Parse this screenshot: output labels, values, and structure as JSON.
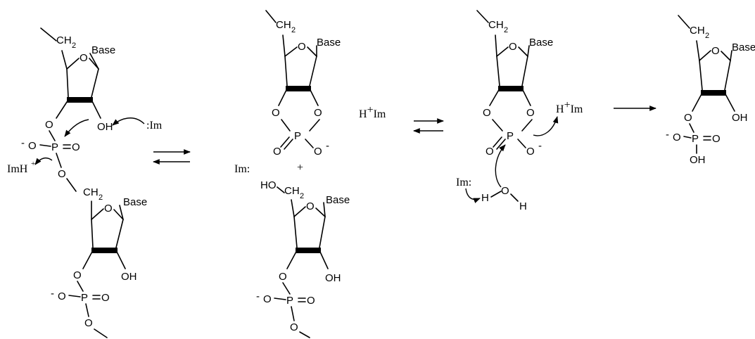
{
  "labels": {
    "base": "Base",
    "ch2": "CH",
    "sub2": "2",
    "o": "O",
    "p": "P",
    "oh": "OH",
    "ho": "HO",
    "h": "H",
    "minus": "-",
    "im_colon": ":Im",
    "im_colon_left": "Im:",
    "imh": "ImH",
    "h_im_h": "H",
    "h_im_im": "Im",
    "plus_sign": "+",
    "charge_plus": "+"
  }
}
